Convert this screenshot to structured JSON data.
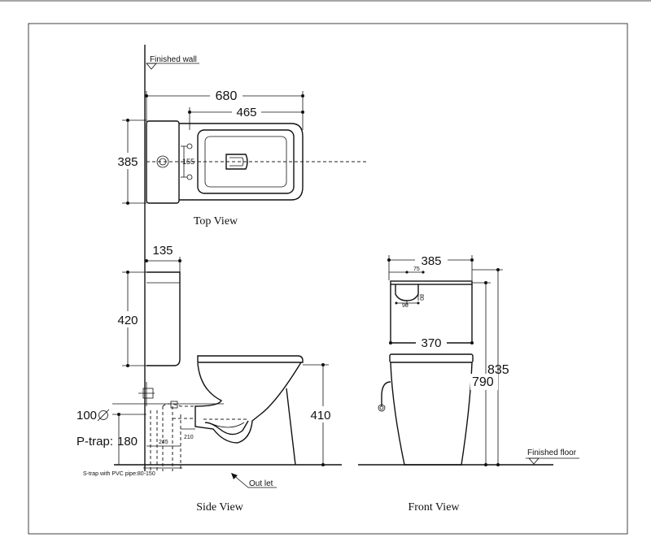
{
  "labels": {
    "finished_wall": "Finished wall",
    "finished_floor": "Finished floor",
    "top_view": "Top View",
    "side_view": "Side View",
    "front_view": "Front View",
    "outlet": "Out let",
    "strap_note": "S-trap with PVC pipe:80-150",
    "ptrap": "P-trap:",
    "ptrap_value": "180"
  },
  "dimensions": {
    "top_overall_length": "680",
    "top_bowl_length": "465",
    "top_width": "385",
    "top_inlet": "155",
    "side_tank_depth": "135",
    "side_tank_height": "420",
    "side_seat_height": "410",
    "side_inlet_height": "100",
    "side_trap_offset": "245",
    "side_trap_height": "210",
    "front_width": "385",
    "front_inlet_offset": "75",
    "front_inlet_height": "80",
    "front_inlet_width": "90",
    "front_seat_width": "370",
    "front_total_height": "835",
    "front_seat_line_height": "790"
  }
}
